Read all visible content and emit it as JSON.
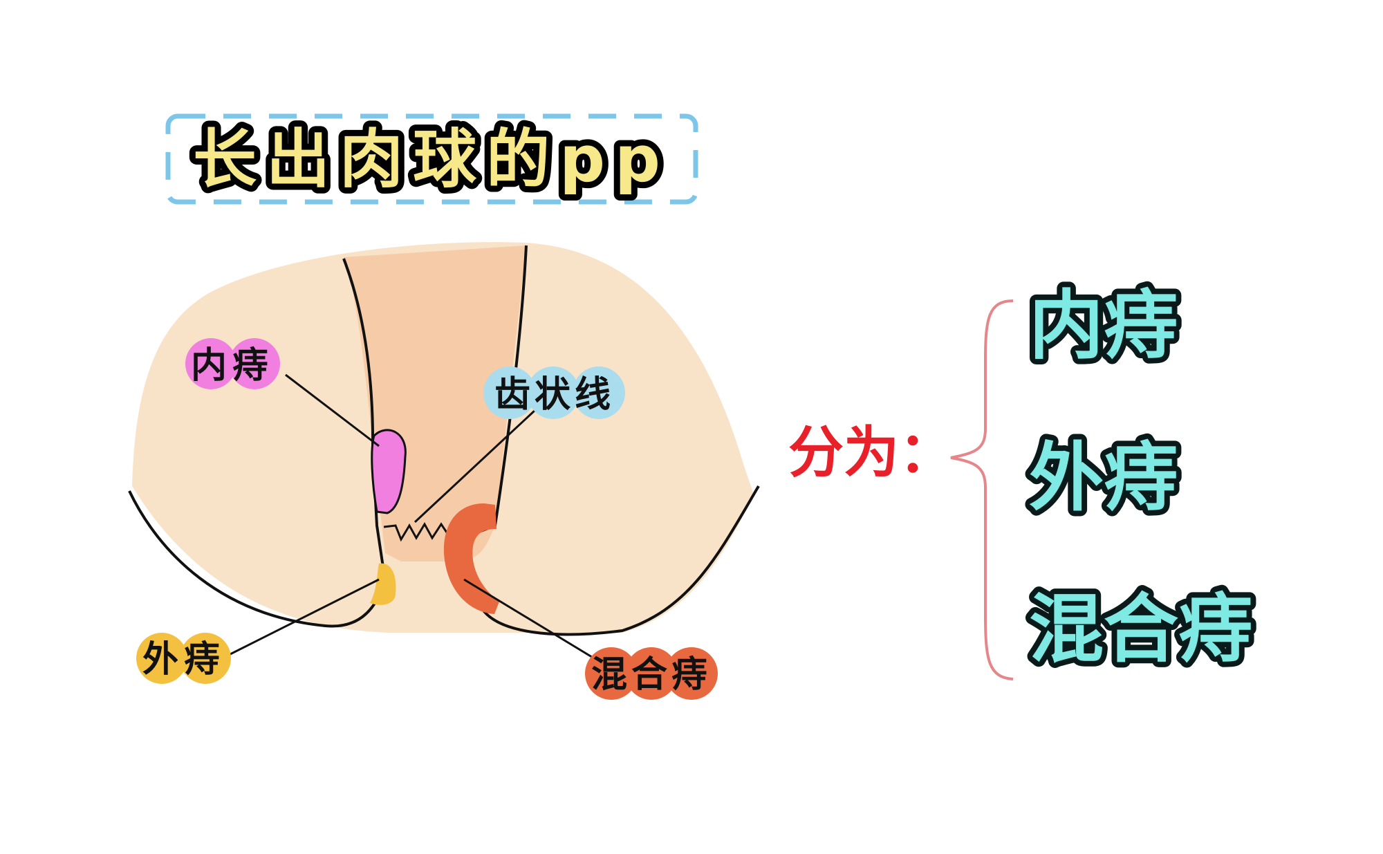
{
  "title": "长出肉球的pp",
  "labels": {
    "internal": "内痔",
    "dentate_line": "齿状线",
    "external": "外痔",
    "mixed": "混合痔"
  },
  "classification": {
    "prefix": "分为：",
    "items": [
      "内痔",
      "外痔",
      "混合痔"
    ]
  },
  "colors": {
    "skin": "#f9e3c8",
    "cleft": "#f6cca8",
    "internal": "#f07fe0",
    "dentate": "#a9dcec",
    "external": "#f4c040",
    "mixed": "#e8693f",
    "title_fill": "#f7e98a",
    "item_fill": "#7fe9e4",
    "prefix": "#e8202a",
    "brace": "#e5868a",
    "dash": "#7cc6ea"
  }
}
